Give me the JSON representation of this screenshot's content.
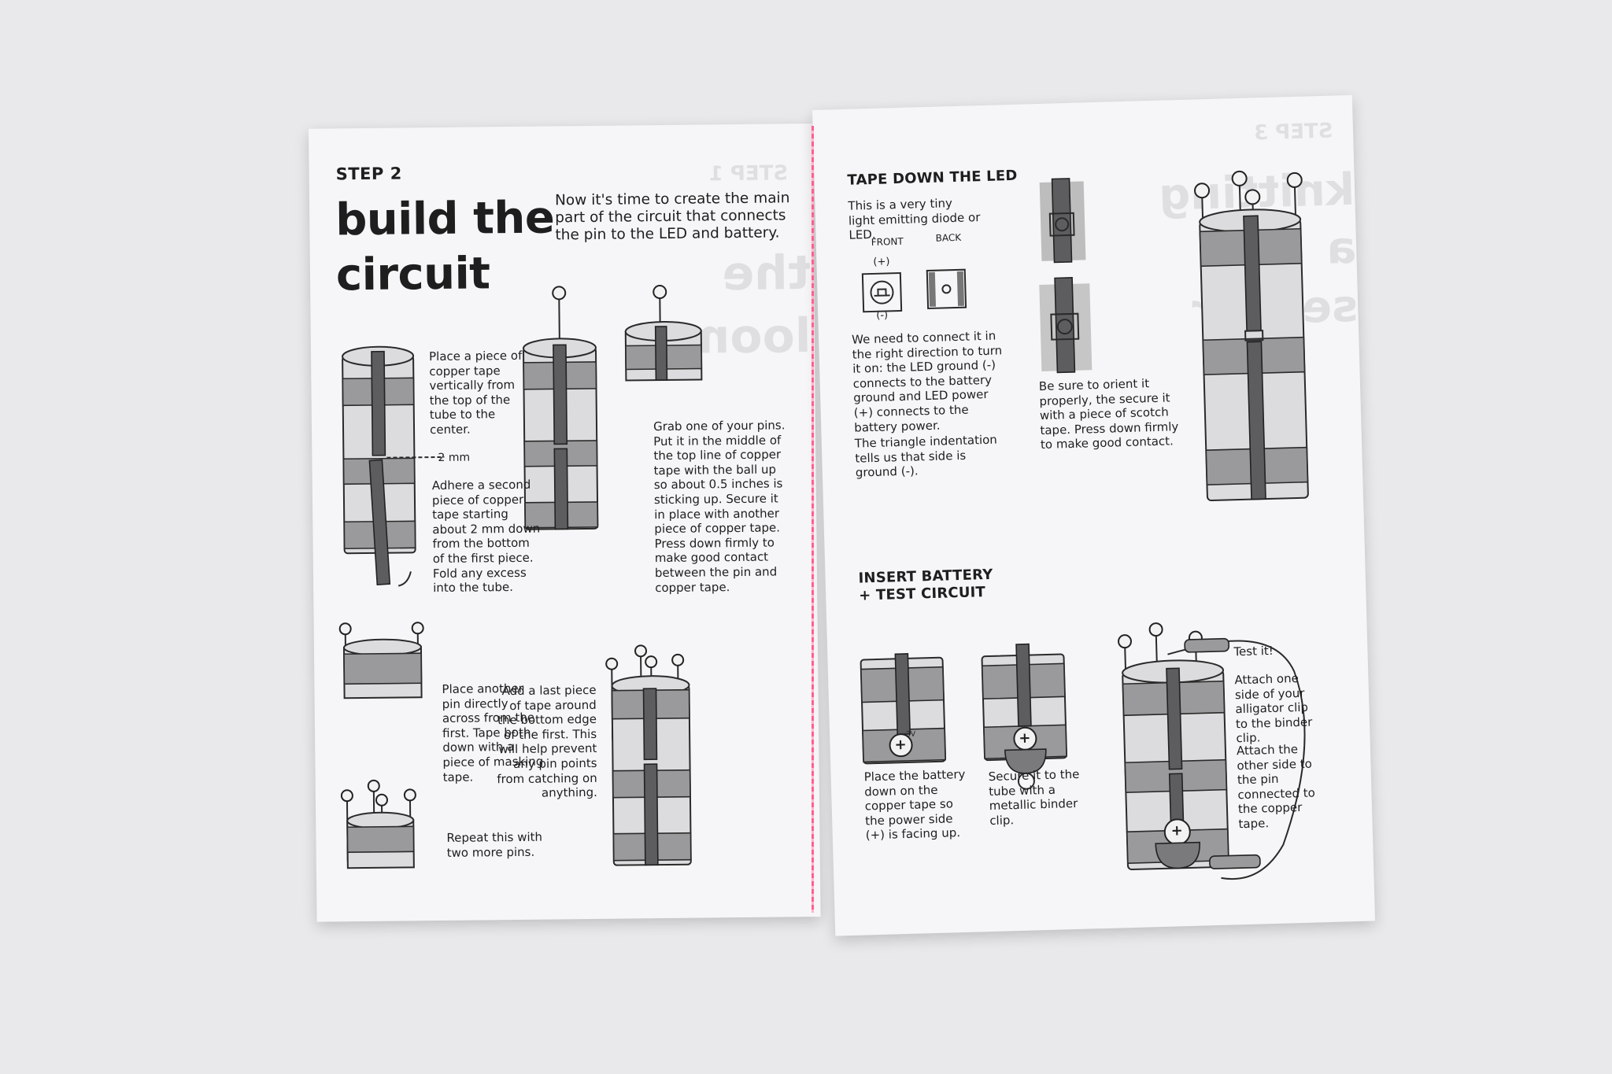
{
  "left_page": {
    "step_label": "STEP 2",
    "title_line1": "build the",
    "title_line2": "circuit",
    "intro": "Now it's time to create the main part of the circuit that connects the pin to the LED and battery.",
    "instructions": {
      "place_tape": "Place a piece of copper tape vertically from the top of the tube to the center.",
      "gap_label": "2 mm",
      "adhere_second": "Adhere a second piece of copper tape starting about 2 mm down from the bottom of the first piece. Fold any excess into the tube.",
      "grab_pin": "Grab one of your pins. Put it in the middle of the top line of copper tape with the ball up so about 0.5 inches is sticking up. Secure it in place with another piece of copper tape. Press down firmly to make good contact between the pin and copper tape.",
      "another_pin": "Place another pin directly across from the first. Tape both down with a piece of masking tape.",
      "last_piece": "Add a last piece of tape around the bottom edge of the first. This will help prevent any pin points from catching on anything.",
      "repeat": "Repeat this with two more pins."
    }
  },
  "right_page": {
    "tape_led": {
      "heading": "TAPE DOWN THE LED",
      "intro": "This is a very tiny light emitting diode or LED.",
      "front_label": "FRONT",
      "back_label": "BACK",
      "plus_label": "(+)",
      "minus_label": "(-)",
      "direction": "We need to connect it in the right direction to turn it on: the LED ground (-) connects to the battery ground and LED power (+) connects to the battery power.",
      "triangle": "The triangle indentation tells us that side is ground (-).",
      "orient": "Be sure to orient it properly, the secure it with a piece of scotch tape. Press down firmly to make good contact."
    },
    "battery": {
      "heading_line1": "INSERT BATTERY",
      "heading_line2": "+ TEST CIRCUIT",
      "place_battery": "Place the battery down on the copper tape so the power side (+) is facing up.",
      "secure": "Secure it to the tube with a metallic binder clip.",
      "test_it": "Test it!",
      "attach_one": "Attach one side of your alligator clip to the binder clip.",
      "attach_other": "Attach the other side to the pin connected to the copper tape.",
      "battery_mark": "+",
      "battery_voltage": "3V"
    }
  },
  "colors": {
    "background": "#e9e9eb",
    "paper": "#f6f6f8",
    "ink": "#1e1e1e",
    "binding_thread": "#ff5f8e"
  }
}
